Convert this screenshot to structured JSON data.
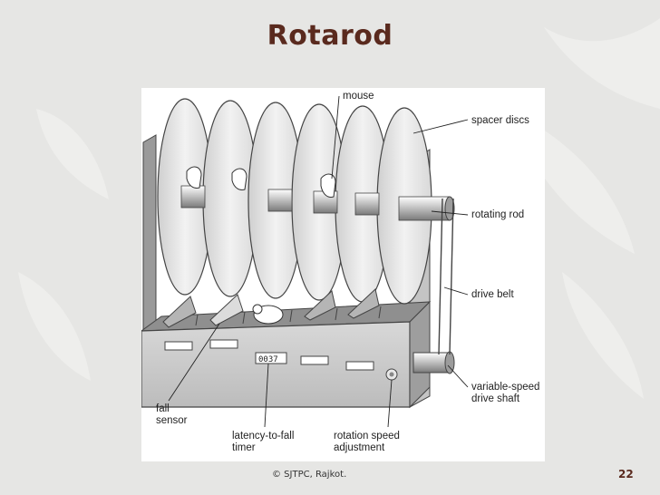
{
  "slide": {
    "title": "Rotarod",
    "footer": "© SJTPC, Rajkot.",
    "page_number": "22"
  },
  "diagram": {
    "counter_display": "0037",
    "labels": {
      "mouse": "mouse",
      "spacer_discs": "spacer discs",
      "rotating_rod": "rotating rod",
      "drive_belt": "drive belt",
      "drive_shaft_line1": "variable-speed",
      "drive_shaft_line2": "drive shaft",
      "fall_sensor_line1": "fall",
      "fall_sensor_line2": "sensor",
      "timer_line1": "latency-to-fall",
      "timer_line2": "timer",
      "speed_adj_line1": "rotation speed",
      "speed_adj_line2": "adjustment"
    }
  }
}
